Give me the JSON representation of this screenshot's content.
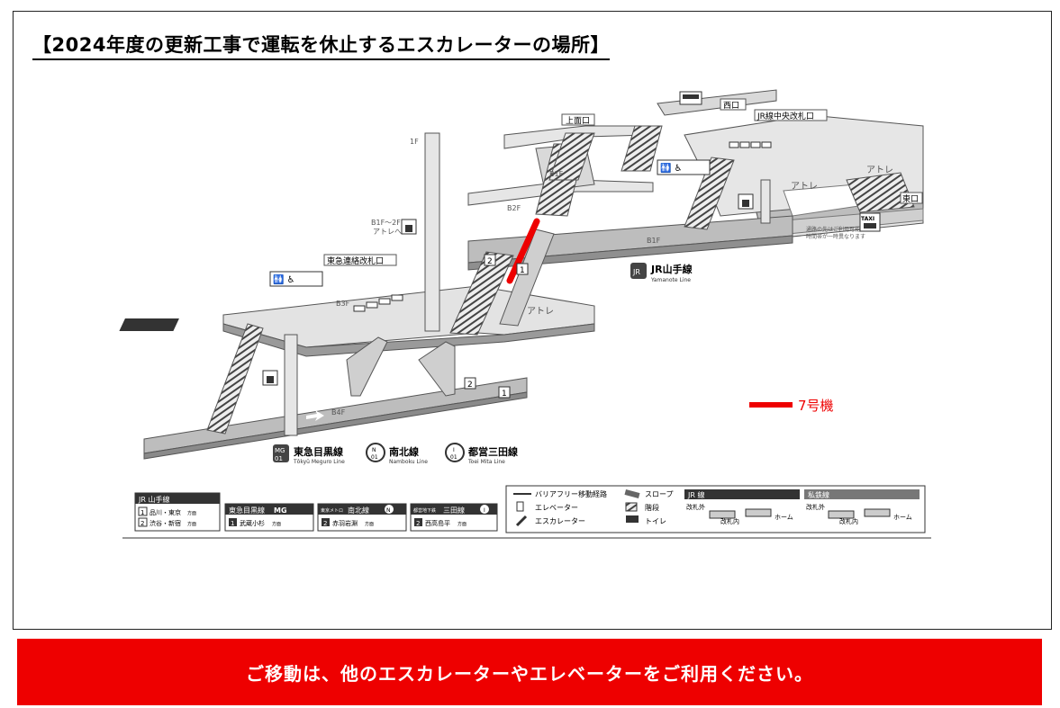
{
  "title": "【2024年度の更新工事で運転を休止するエスカレーターの場所】",
  "banner": "ご移動は、他のエスカレーターやエレベーターをご利用ください。",
  "highlight": {
    "label": "7号機",
    "color": "#ee0000"
  },
  "floors": {
    "f1": "1F",
    "b1": "B1F",
    "b1b": "B1F",
    "b2": "B2F",
    "b3": "B3F",
    "b4": "B4F"
  },
  "places": {
    "shomenguchi": "上面口",
    "nishiguchi": "西口",
    "higashiguchi": "東口",
    "jr_central_gate": "JR線中央改札口",
    "tokyu_gate": "東急連絡改札口",
    "atre": "アトレ",
    "elevator_note_1": "B1F〜2F",
    "elevator_note_2": "アトレへ",
    "taxi": "TAXI",
    "passage_note_1": "通路の先はご利用可能",
    "passage_note_2": "時間帯が一時異なります"
  },
  "lines": {
    "jr": {
      "name": "JR山手線",
      "sub": "Yamanote Line"
    },
    "tokyu": {
      "code_top": "MG",
      "code_bottom": "01",
      "name": "東急目黒線",
      "sub": "Tōkyū Meguro Line"
    },
    "namboku": {
      "code_top": "N",
      "code_bottom": "01",
      "name": "南北線",
      "sub": "Namboku Line"
    },
    "mita": {
      "code_top": "I",
      "code_bottom": "01",
      "name": "都営三田線",
      "sub": "Toei Mita Line"
    }
  },
  "platform_markers": {
    "p1": "1",
    "p2": "2",
    "p1b": "1",
    "p2b": "2"
  },
  "legend": {
    "jr_box": {
      "header": "JR 山手線",
      "rows": [
        {
          "num": "1",
          "text": "品川・東京",
          "dir": "方面"
        },
        {
          "num": "2",
          "text": "渋谷・新宿",
          "dir": "方面"
        }
      ]
    },
    "tokyu_box": {
      "header": "東急目黒線",
      "badge": "MG",
      "row_num": "1",
      "row_text": "武蔵小杉",
      "dir": "方面"
    },
    "namboku_box": {
      "header_pre": "東京メトロ",
      "header": "南北線",
      "badge": "N",
      "row_num": "2",
      "row_text": "赤羽岩淵",
      "dir": "方面"
    },
    "mita_box": {
      "header_pre": "都営地下鉄",
      "header": "三田線",
      "badge": "I",
      "row_num": "2",
      "row_text": "西高島平",
      "dir": "方面"
    },
    "symbols": {
      "barrier_free": "バリアフリー移動経路",
      "elevator": "エレベーター",
      "escalator": "エスカレーター",
      "slope": "スロープ",
      "stairs": "階段",
      "toilet": "トイレ"
    },
    "jr_gate": {
      "header": "JR 線",
      "outside": "改札外",
      "inside": "改札内",
      "home": "ホーム"
    },
    "private_gate": {
      "header": "私鉄線",
      "outside": "改札外",
      "inside": "改札内",
      "home": "ホーム"
    }
  }
}
